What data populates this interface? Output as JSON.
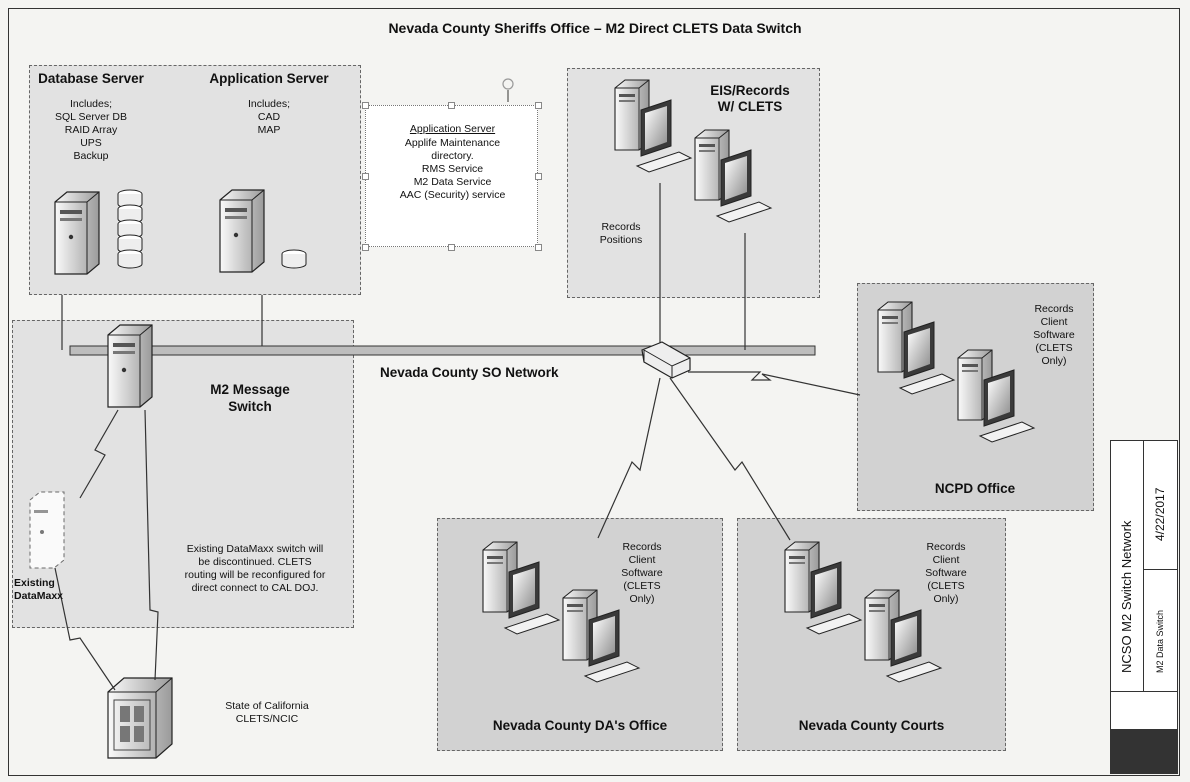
{
  "title": "Nevada County Sheriffs Office – M2 Direct CLETS Data Switch",
  "database_server": {
    "heading": "Database Server",
    "lines": [
      "Includes;",
      "SQL Server DB",
      "RAID Array",
      "UPS",
      "Backup"
    ]
  },
  "application_server": {
    "heading": "Application Server",
    "lines": [
      "Includes;",
      "CAD",
      "MAP"
    ]
  },
  "app_server_note": {
    "heading": "Application Server",
    "lines": [
      "Applife Maintenance",
      "directory.",
      "RMS Service",
      "M2 Data Service",
      "AAC (Security) service"
    ]
  },
  "eis_records": {
    "heading_line1": "EIS/Records",
    "heading_line2": "W/ CLETS",
    "positions_line1": "Records",
    "positions_line2": "Positions"
  },
  "network_label": "Nevada County SO Network",
  "m2_switch": {
    "line1": "M2 Message",
    "line2": "Switch"
  },
  "datamaxx_note": [
    "Existing DataMaxx switch will",
    "be discontinued.  CLETS",
    "routing will be reconfigured for",
    "direct connect to CAL DOJ."
  ],
  "existing_datamaxx": {
    "line1": "Existing",
    "line2": "DataMaxx"
  },
  "state": {
    "line1": "State of California",
    "line2": "CLETS/NCIC"
  },
  "client_software": [
    "Records",
    "Client",
    "Software",
    "(CLETS",
    "Only)"
  ],
  "ncpd_label": "NCPD Office",
  "da_label": "Nevada County DA's Office",
  "courts_label": "Nevada County Courts",
  "title_block": {
    "project": "NCSO M2 Switch Network",
    "date": "4/22/2017",
    "sheet": "M2 Data Switch"
  },
  "colors": {
    "zone_fill": "#e2e2e2",
    "line": "#333333",
    "network_bar": "#bdbdbd"
  },
  "icons": [
    "server-icon",
    "database-icon",
    "workstation-icon",
    "router-icon",
    "mainframe-icon",
    "lightning-link-icon"
  ]
}
